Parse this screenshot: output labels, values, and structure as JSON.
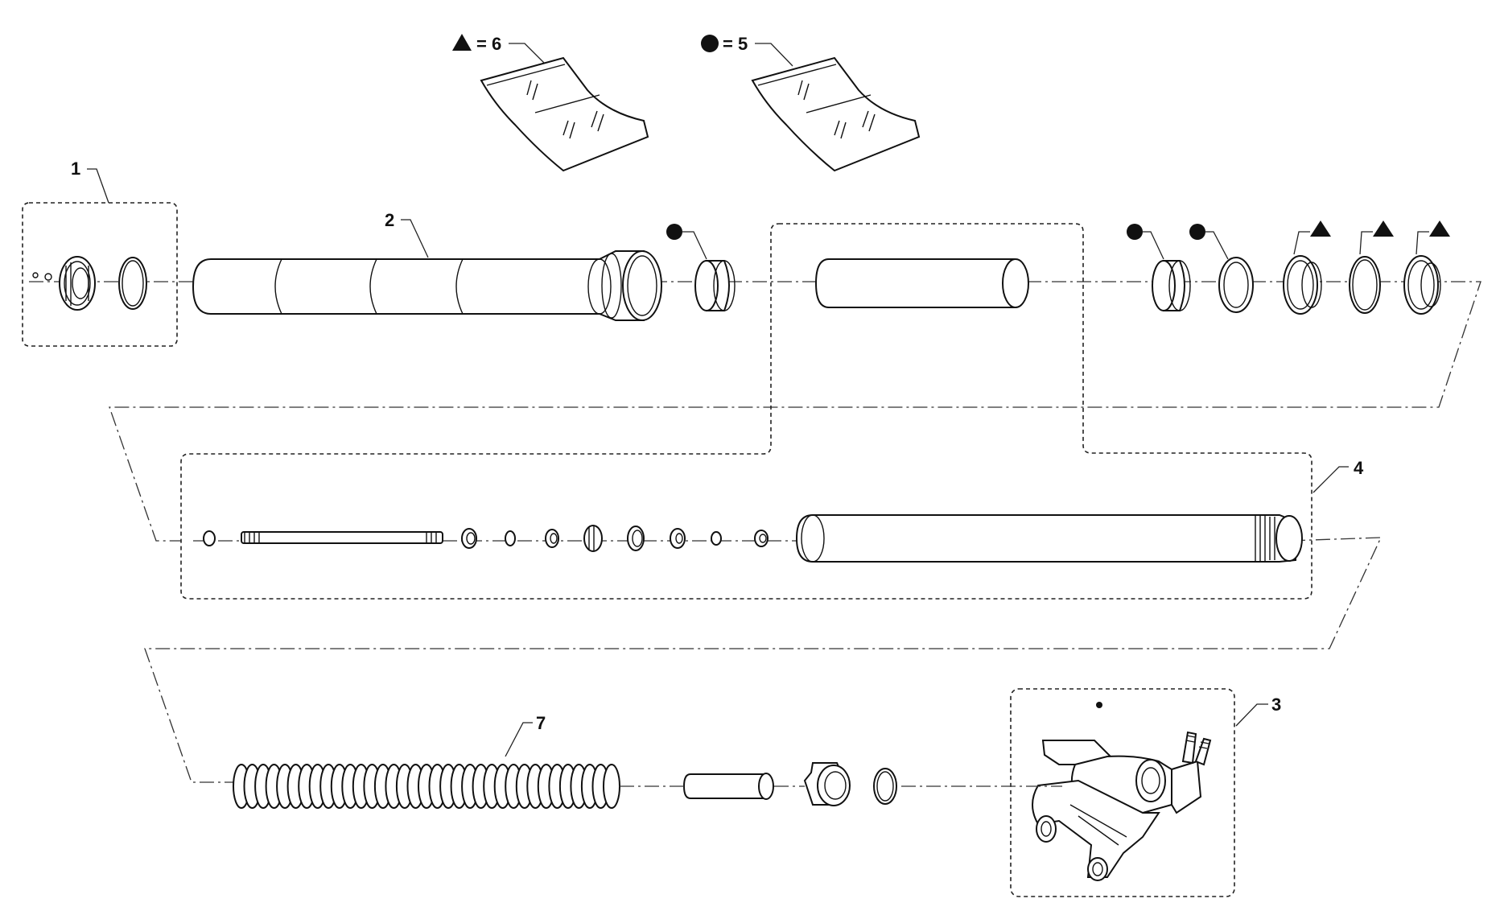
{
  "legend": {
    "triangle": {
      "symbol": "triangle",
      "equals": "= 6"
    },
    "circle": {
      "symbol": "circle",
      "equals": "= 5"
    }
  },
  "callouts": {
    "c1": "1",
    "c2": "2",
    "c3": "3",
    "c4": "4",
    "c7": "7"
  },
  "colors": {
    "line": "#111111",
    "background": "#ffffff"
  }
}
